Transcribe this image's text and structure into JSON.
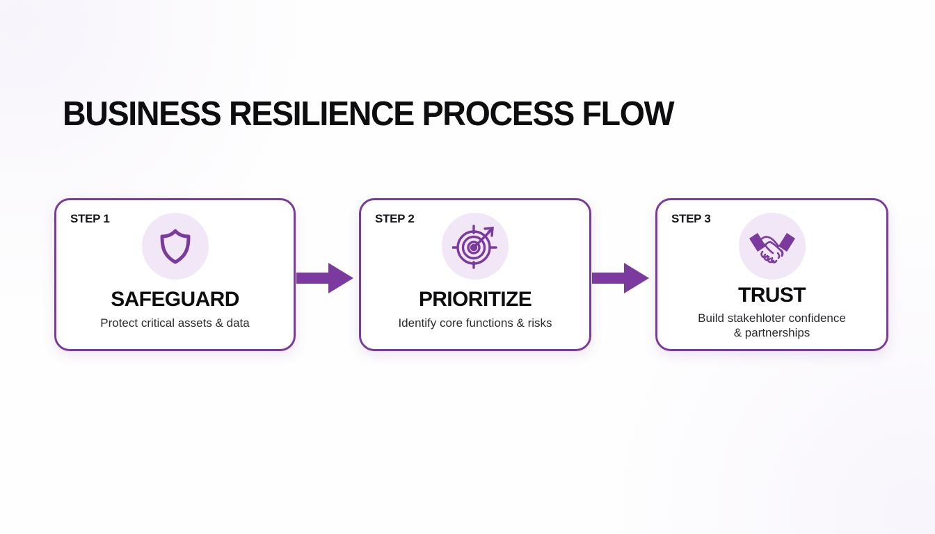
{
  "page": {
    "title": "BUSINESS RESILIENCE PROCESS FLOW",
    "accent_color": "#7B3A9E",
    "icon_bg_color": "#F1E7F7",
    "background_color": "#FFFFFF",
    "title_color": "#0D0D0F"
  },
  "steps": [
    {
      "step_label": "STEP 1",
      "title": "SAFEGUARD",
      "description": "Protect critical assets & data",
      "icon": "shield-icon"
    },
    {
      "step_label": "STEP 2",
      "title": "PRIORITIZE",
      "description": "Identify core functions & risks",
      "icon": "target-arrow-icon"
    },
    {
      "step_label": "STEP 3",
      "title": "TRUST",
      "description_line1": "Build stakehloter confidence",
      "description_line2": "& partnerships",
      "icon": "handshake-icon"
    }
  ],
  "connectors": [
    {
      "icon": "arrow-right-icon"
    },
    {
      "icon": "arrow-right-icon"
    }
  ]
}
